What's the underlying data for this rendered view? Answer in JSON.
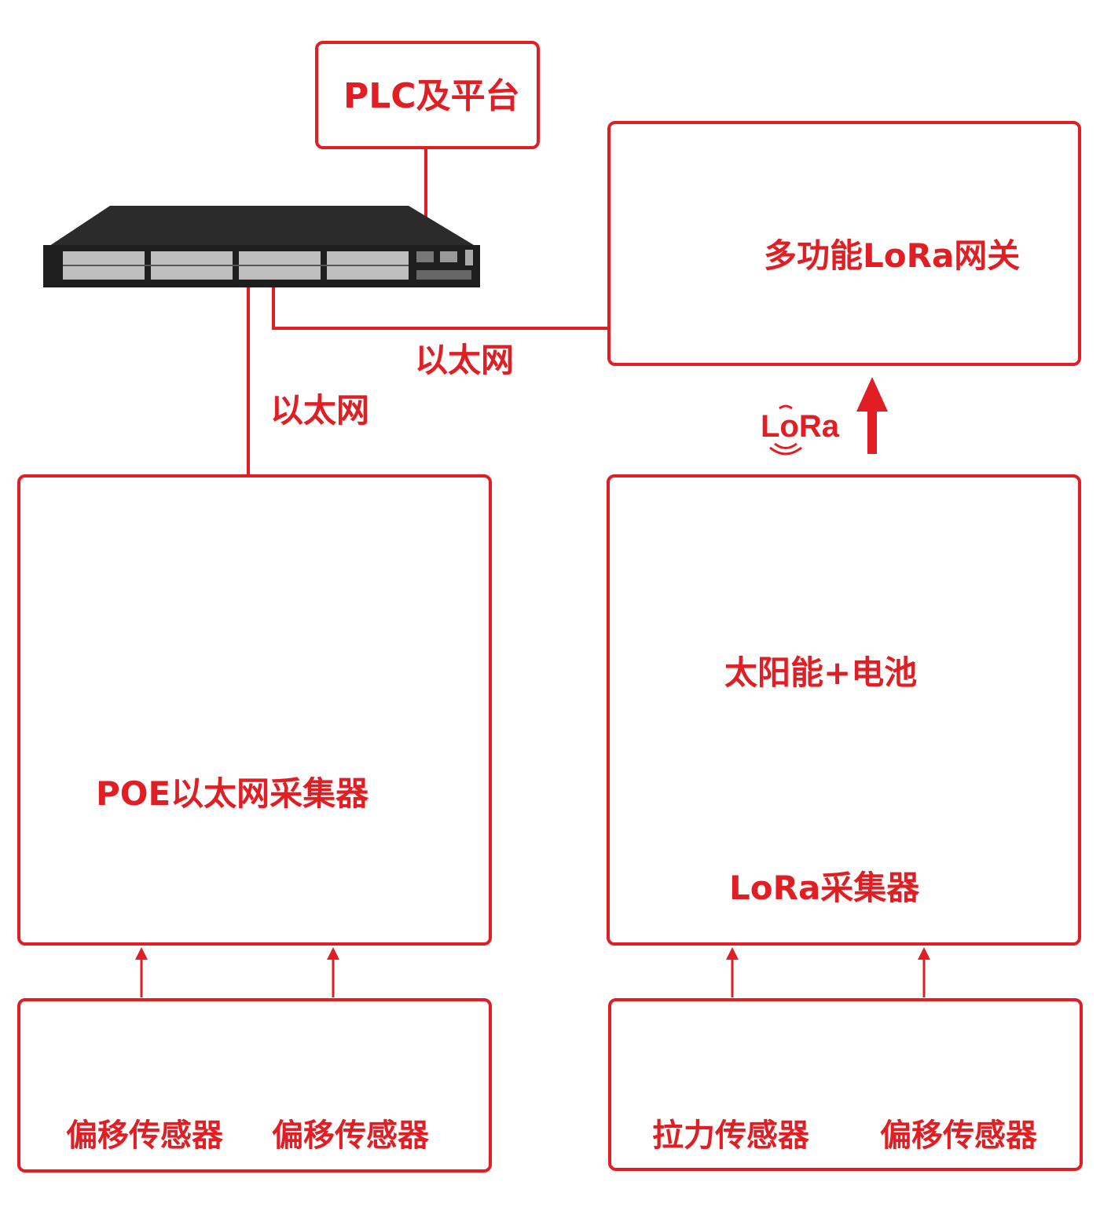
{
  "colors": {
    "accent": "#e01e24"
  },
  "plc": {
    "label": "PLC及平台"
  },
  "gateway": {
    "label": "多功能LoRa网关"
  },
  "links": {
    "ethernet_1": "以太网",
    "ethernet_2": "以太网",
    "lora_logo": "LoRa"
  },
  "poe_collector": {
    "label": "POE以太网采集器"
  },
  "lora_collector": {
    "solar_label": "太阳能+电池",
    "label": "LoRa采集器"
  },
  "sensors_left": {
    "group_1": "偏移传感器",
    "group_2": "偏移传感器"
  },
  "sensors_right": {
    "group_1": "拉力传感器",
    "group_2": "偏移传感器"
  }
}
